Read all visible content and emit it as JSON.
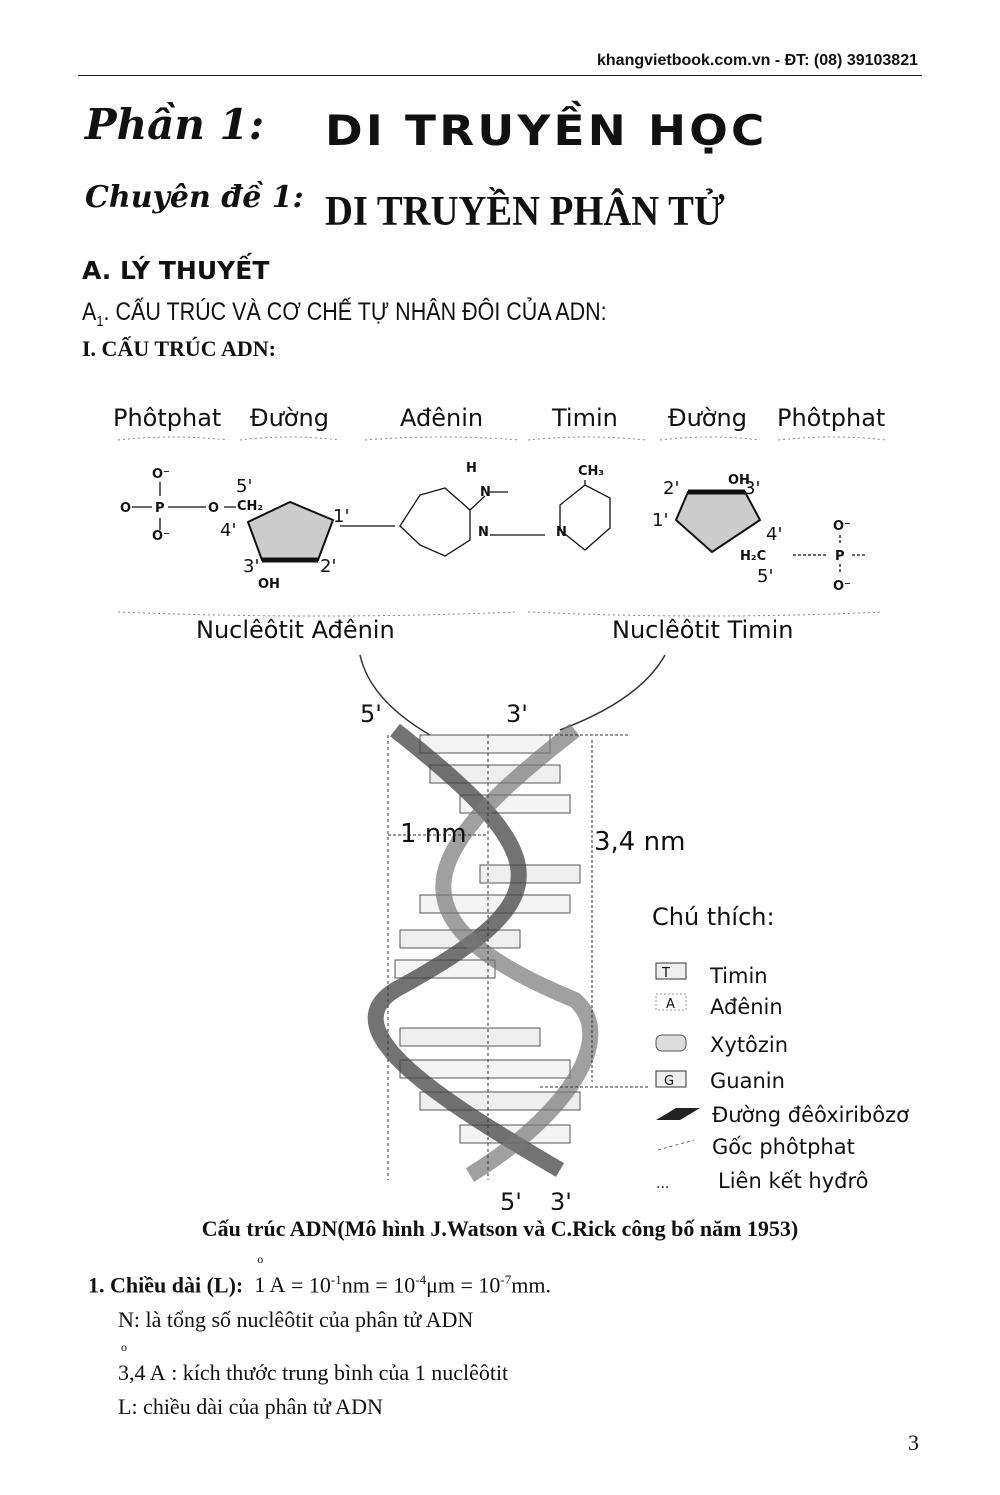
{
  "header": {
    "site": "khangvietbook.com.vn - ĐT: (08) 39103821"
  },
  "title": {
    "part": "Phần 1:",
    "part_title": "DI TRUYỀN HỌC",
    "chapter": "Chuyên đề 1:",
    "chapter_title": "DI TRUYỀN PHÂN TỬ"
  },
  "section_a": "A. LÝ THUYẾT",
  "section_a1": {
    "prefix": "A",
    "sub": "1",
    "text": ". CẤU TRÚC VÀ CƠ CHẾ TỰ NHÂN ĐÔI CỦA ADN:"
  },
  "section_i": "I. CẤU TRÚC ADN:",
  "diagram": {
    "top_labels": [
      "Phôtphat",
      "Đường",
      "Ađênin",
      "Timin",
      "Đường",
      "Phôtphat"
    ],
    "nucleotide_labels": [
      "Nuclêôtit Ađênin",
      "Nuclêôtit Timin"
    ],
    "chem": {
      "o_minus": "O⁻",
      "p": "P",
      "o": "O",
      "ch2": "CH₂",
      "h2c": "H₂C",
      "h": "H",
      "n": "N",
      "oh": "OH",
      "ch3": "CH₃",
      "c5": "5'",
      "c4": "4'",
      "c3": "3'",
      "c2": "2'",
      "c1": "1'"
    },
    "helix": {
      "top_left": "5'",
      "top_right": "3'",
      "bottom_left": "5'",
      "bottom_right": "3'",
      "width": "1 nm",
      "pitch": "3,4 nm"
    },
    "legend": {
      "title": "Chú thích:",
      "items": [
        {
          "glyph": "T",
          "label": "Timin"
        },
        {
          "glyph": "A",
          "label": "Ađênin"
        },
        {
          "glyph": "",
          "label": "Xytôzin"
        },
        {
          "glyph": "G",
          "label": "Guanin"
        },
        {
          "glyph": "",
          "label": "Đường đêôxiribôzơ"
        },
        {
          "glyph": "",
          "label": "Gốc phôtphat"
        },
        {
          "glyph": "...",
          "label": "Liên kết hyđrô"
        }
      ]
    }
  },
  "caption": "Cấu trúc ADN(Mô hình J.Watson và C.Rick công bố năm 1953)",
  "formula": {
    "num": "1.",
    "label": "Chiều dài (L):",
    "eq_a": "1 A",
    "eq_b": " = 10",
    "e1": "-1",
    "eq_c": "nm = 10",
    "e2": "-4",
    "eq_d": "μm = 10",
    "e3": "-7",
    "eq_e": "mm."
  },
  "notes": {
    "n": "N: là tổng số nuclêôtit của phân tử ADN",
    "size_a": "3,4 A",
    "size_b": " : kích thước trung bình của 1 nuclêôtit",
    "l": "L: chiều dài của phân tử ADN"
  },
  "page_number": "3"
}
